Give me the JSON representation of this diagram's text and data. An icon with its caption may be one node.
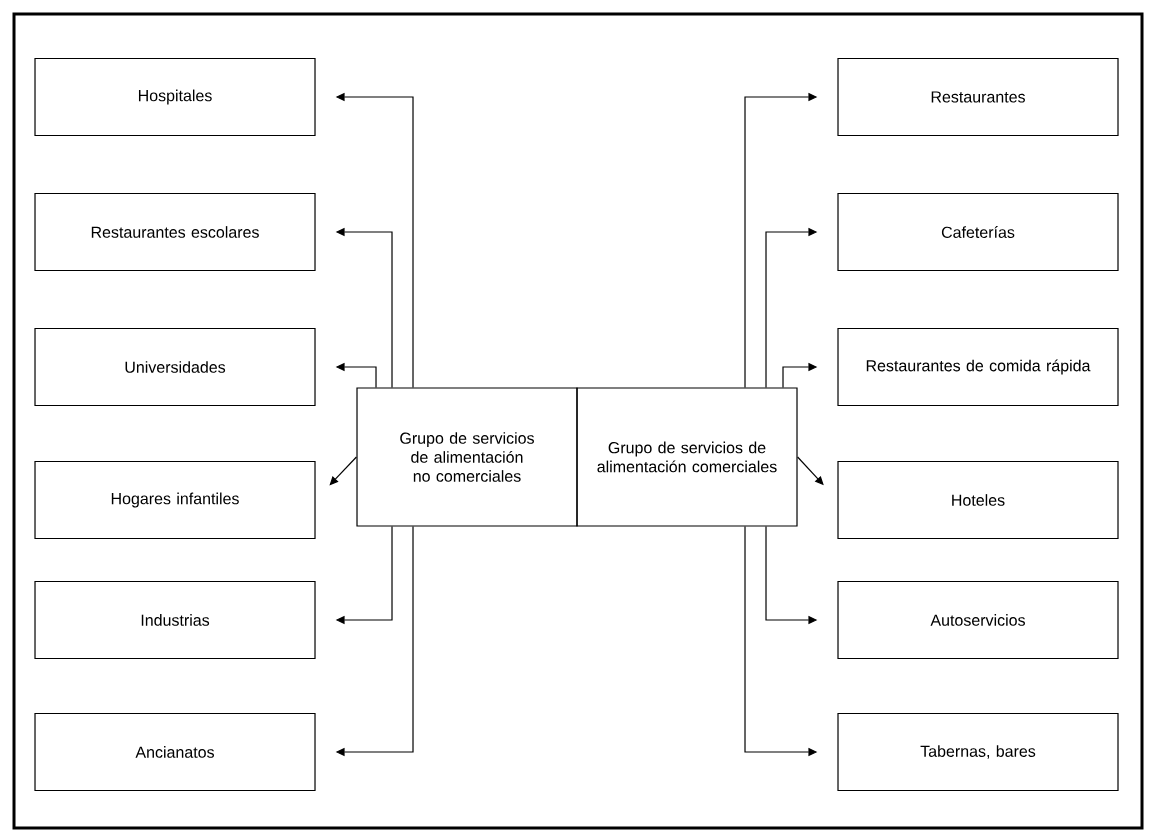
{
  "diagram": {
    "nodes": [
      {
        "text": [
          "Hospitales"
        ]
      },
      {
        "text": [
          "Restaurantes escolares"
        ]
      },
      {
        "text": [
          "Universidades"
        ]
      },
      {
        "text": [
          "Hogares infantiles"
        ]
      },
      {
        "text": [
          "Industrias"
        ]
      },
      {
        "text": [
          "Ancianatos"
        ]
      },
      {
        "text": [
          "Grupo de servicios de alimentación no comerciales"
        ]
      },
      {
        "text": [
          "Grupo de servicios de alimentación comerciales"
        ]
      },
      {
        "text": [
          "Restaurantes"
        ]
      },
      {
        "text": [
          "Cafeterías"
        ]
      },
      {
        "text": [
          "Restaurantes de comida rápida"
        ]
      },
      {
        "text": [
          "Hoteles"
        ]
      },
      {
        "text": [
          "Autoservicios"
        ]
      },
      {
        "text": [
          "Tabernas, bares"
        ]
      }
    ],
    "edges": [
      {
        "from": 6,
        "to": 0,
        "arrow": "to"
      },
      {
        "from": 6,
        "to": 1,
        "arrow": "to"
      },
      {
        "from": 6,
        "to": 2,
        "arrow": "to"
      },
      {
        "from": 6,
        "to": 3,
        "arrow": "to"
      },
      {
        "from": 6,
        "to": 4,
        "arrow": "to"
      },
      {
        "from": 6,
        "to": 5,
        "arrow": "to"
      },
      {
        "from": 7,
        "to": 8,
        "arrow": "to"
      },
      {
        "from": 7,
        "to": 9,
        "arrow": "to"
      },
      {
        "from": 7,
        "to": 10,
        "arrow": "to"
      },
      {
        "from": 7,
        "to": 11,
        "arrow": "to"
      },
      {
        "from": 7,
        "to": 12,
        "arrow": "to"
      },
      {
        "from": 7,
        "to": 13,
        "arrow": "to"
      }
    ]
  }
}
